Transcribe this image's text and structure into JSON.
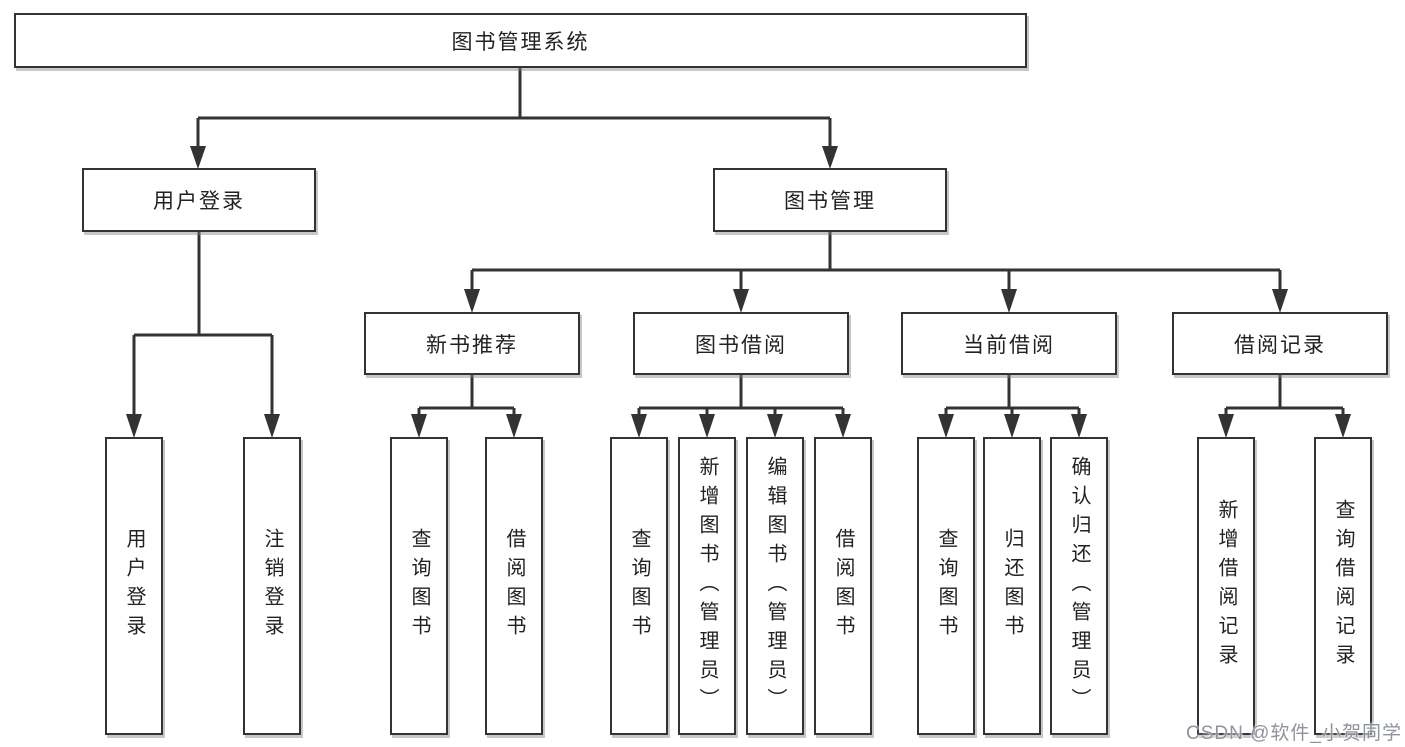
{
  "tree": {
    "root": {
      "label": "图书管理系统"
    },
    "branches": [
      {
        "label": "用户登录",
        "children": [
          {
            "label": "用户登录"
          },
          {
            "label": "注销登录"
          }
        ]
      },
      {
        "label": "图书管理",
        "groups": [
          {
            "label": "新书推荐",
            "children": [
              {
                "label": "查询图书"
              },
              {
                "label": "借阅图书"
              }
            ]
          },
          {
            "label": "图书借阅",
            "children": [
              {
                "label": "查询图书"
              },
              {
                "label": "新增图书（管理员）"
              },
              {
                "label": "编辑图书（管理员）"
              },
              {
                "label": "借阅图书"
              }
            ]
          },
          {
            "label": "当前借阅",
            "children": [
              {
                "label": "查询图书"
              },
              {
                "label": "归还图书"
              },
              {
                "label": "确认归还（管理员）"
              }
            ]
          },
          {
            "label": "借阅记录",
            "children": [
              {
                "label": "新增借阅记录"
              },
              {
                "label": "查询借阅记录"
              }
            ]
          }
        ]
      }
    ]
  },
  "watermark": "CSDN @软件_小贺同学",
  "colors": {
    "line": "#333333",
    "box_border": "#333333",
    "text": "#222222",
    "background": "#ffffff",
    "watermark_text": "#8f939d"
  }
}
